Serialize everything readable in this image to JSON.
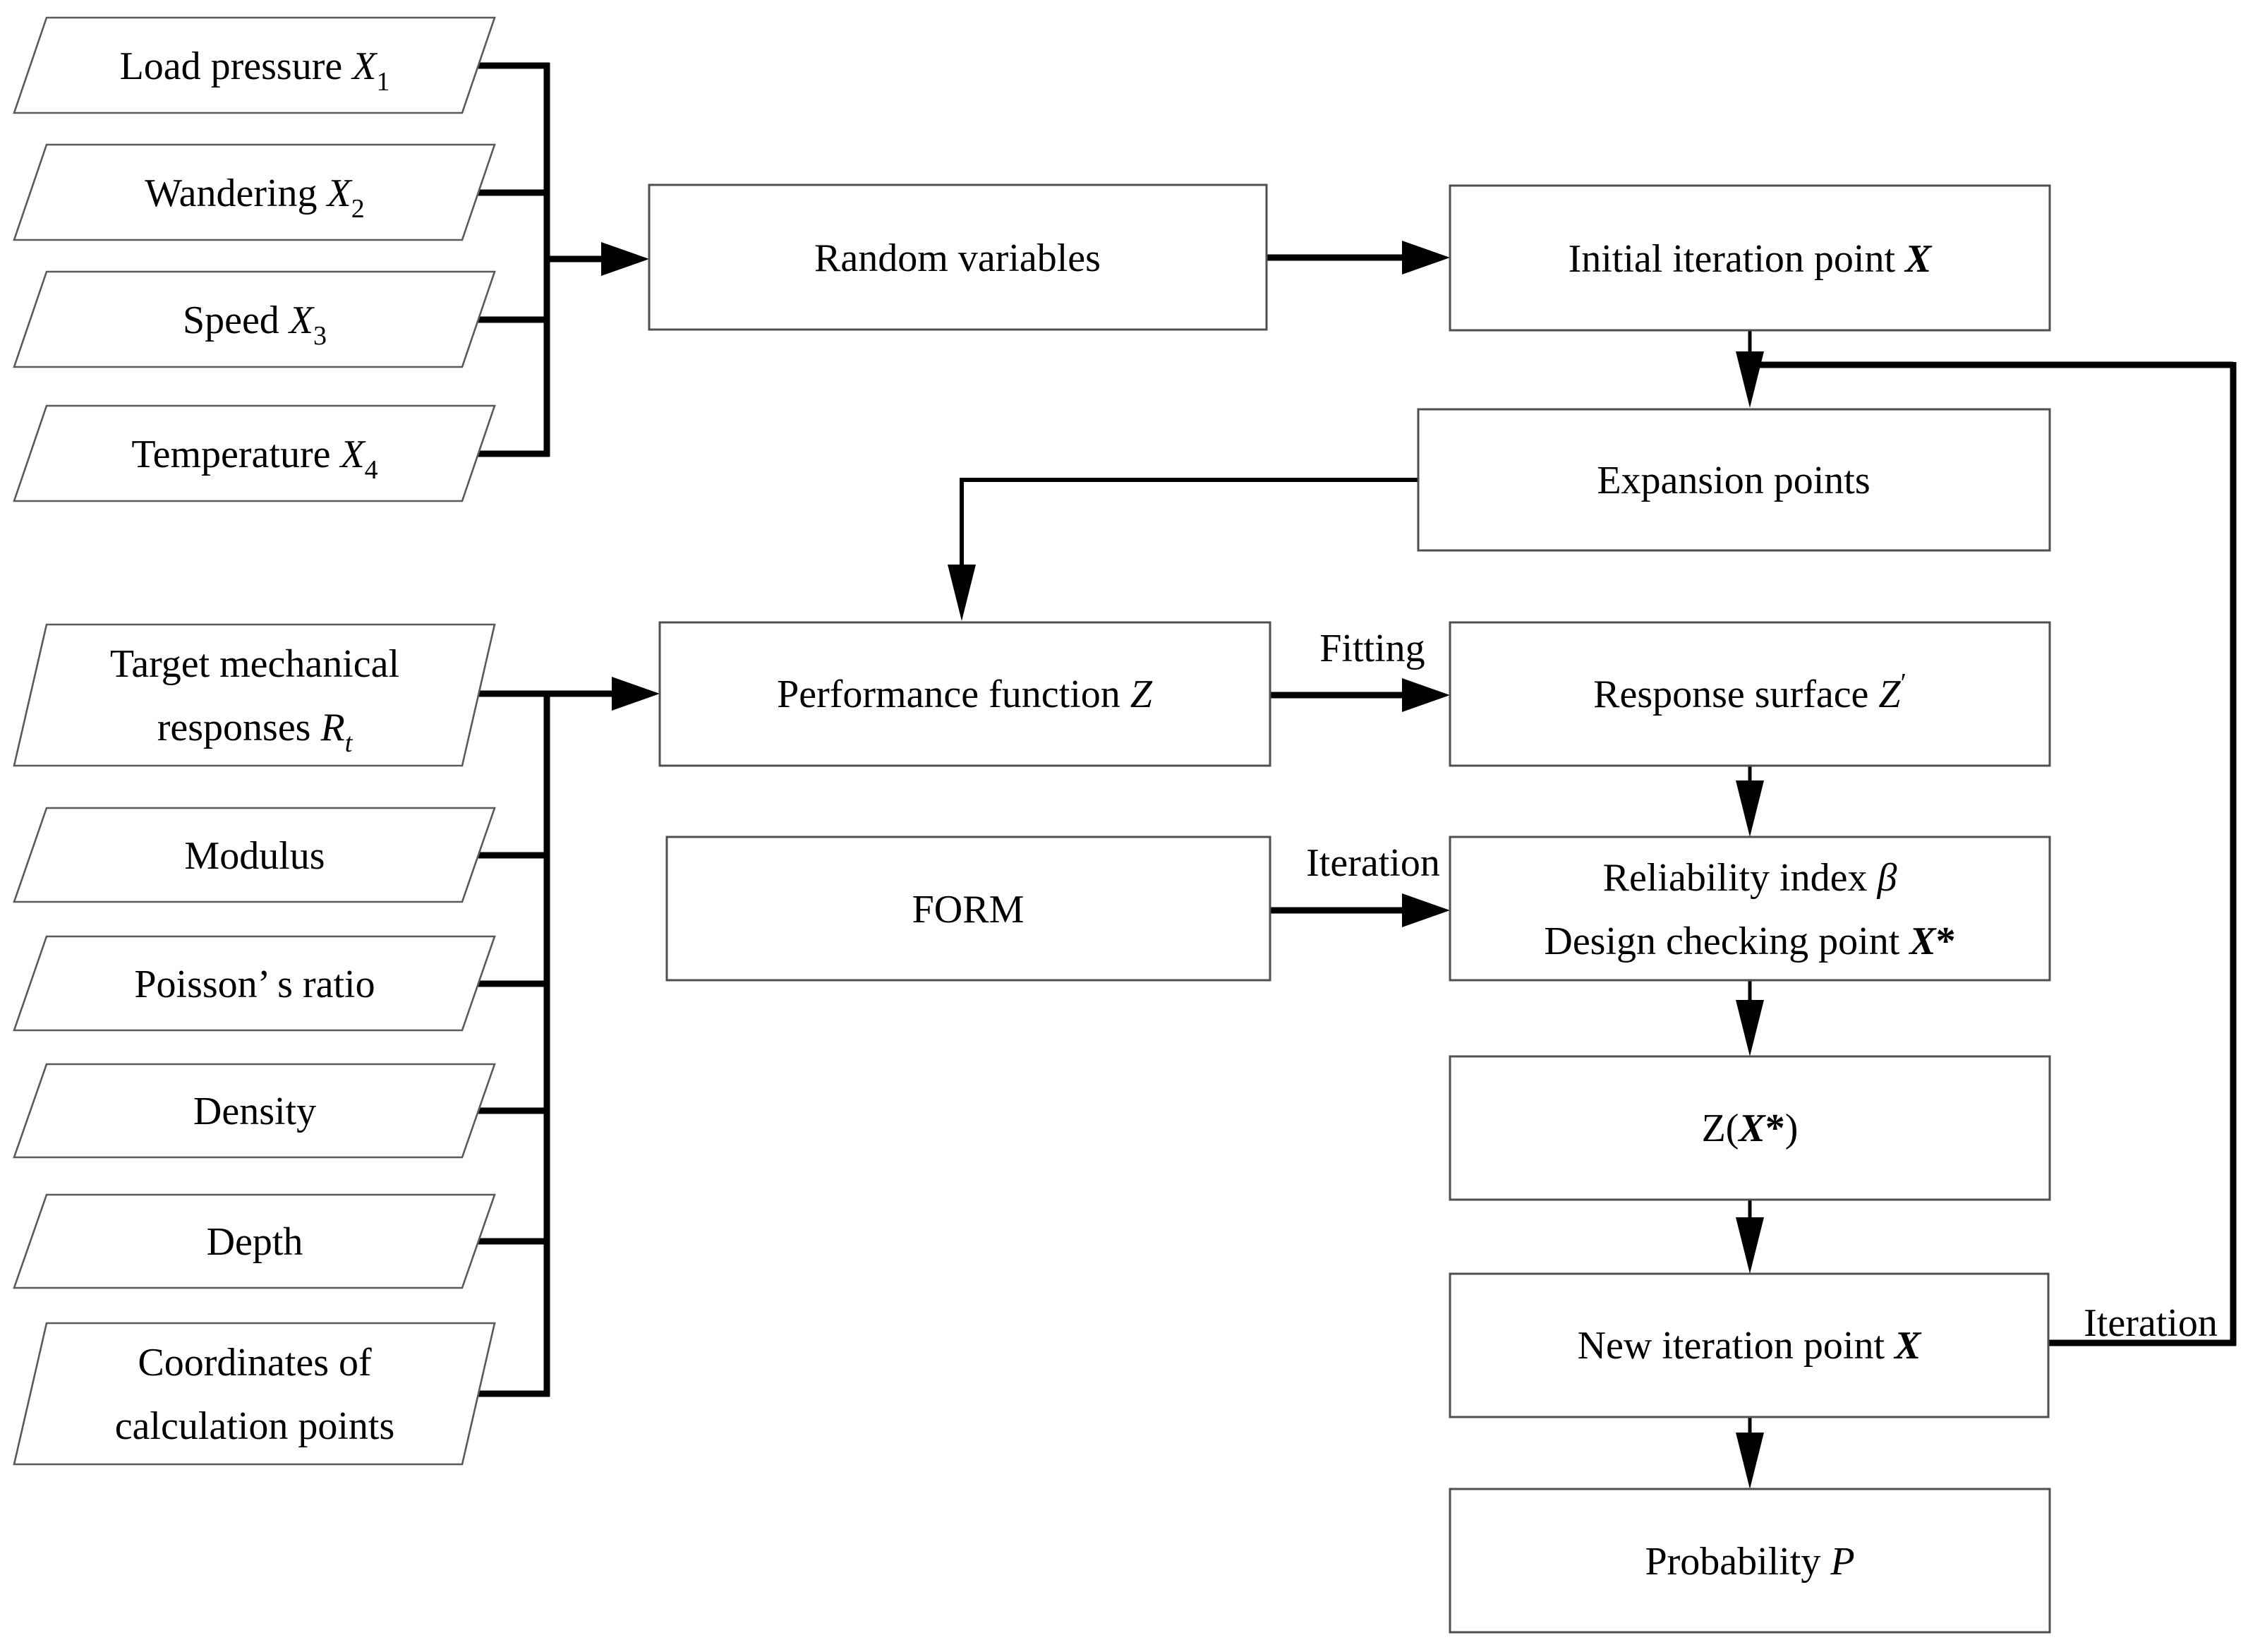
{
  "nodes": {
    "load_pressure": {
      "text": "Load pressure ",
      "var": "X",
      "sub": "1"
    },
    "wandering": {
      "text": "Wandering ",
      "var": "X",
      "sub": "2"
    },
    "speed": {
      "text": "Speed ",
      "var": "X",
      "sub": "3"
    },
    "temperature": {
      "text": "Temperature ",
      "var": "X",
      "sub": "4"
    },
    "target_responses": {
      "line1": "Target mechanical",
      "line2": "responses ",
      "var": "R",
      "sub": "t"
    },
    "modulus": {
      "text": "Modulus"
    },
    "poissons_ratio": {
      "text": "Poisson’ s ratio"
    },
    "density": {
      "text": "Density"
    },
    "depth": {
      "text": "Depth"
    },
    "coordinates": {
      "line1": "Coordinates of",
      "line2": "calculation points"
    },
    "random_variables": {
      "text": "Random variables"
    },
    "initial_iteration_point": {
      "text": "Initial iteration point ",
      "var": "X"
    },
    "expansion_points": {
      "text": "Expansion points"
    },
    "performance_function": {
      "text": "Performance function ",
      "var": "Z"
    },
    "response_surface": {
      "text": "Response surface ",
      "var": "Z",
      "sup": "′"
    },
    "form": {
      "text": "FORM"
    },
    "reliability": {
      "line1": "Reliability index ",
      "line1_var": "β",
      "line2": "Design checking point ",
      "line2_var": "X",
      "line2_mark": "*"
    },
    "z_check": {
      "pre": "Z(",
      "var": "X",
      "mark": "*",
      "post": ")"
    },
    "new_iteration_point": {
      "text": "New iteration point ",
      "var": "X"
    },
    "probability": {
      "text": "Probability ",
      "var": "P"
    }
  },
  "edge_labels": {
    "fitting": "Fitting",
    "iteration_form": "Iteration",
    "iteration_loop": "Iteration"
  },
  "colors": {
    "line": "#000000",
    "box_border": "#4f4f4f",
    "box_fill": "#ffffff",
    "text": "#000000",
    "background": "#ffffff"
  }
}
